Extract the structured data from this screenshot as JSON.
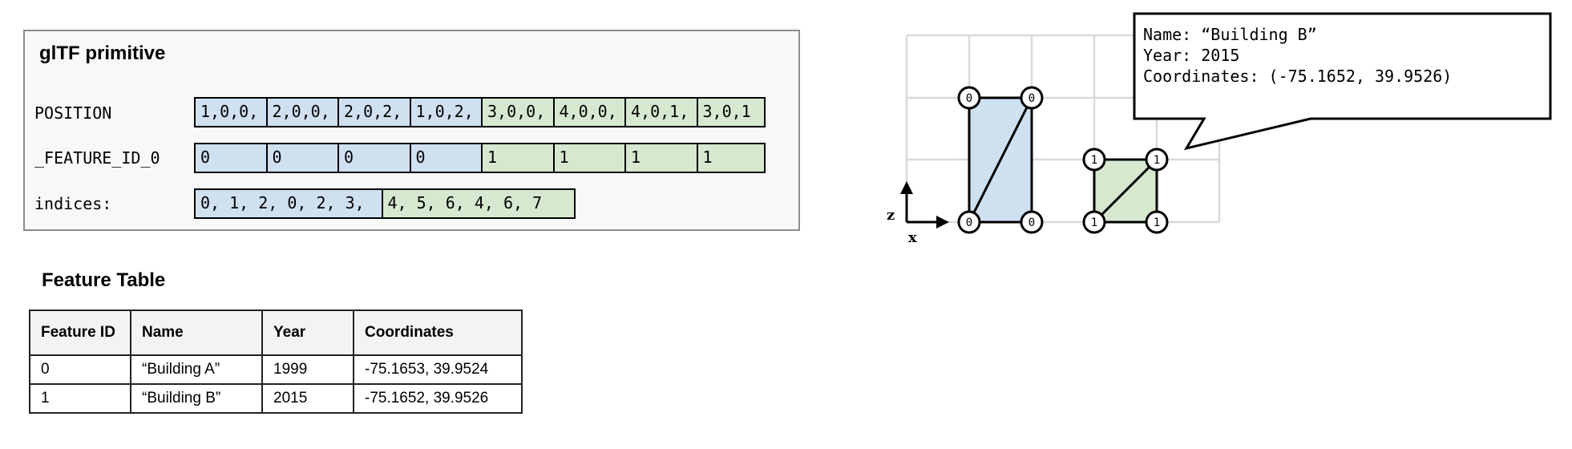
{
  "primitive": {
    "title": "glTF primitive",
    "rows": [
      {
        "label": "POSITION",
        "cells": [
          {
            "text": "1,0,0,",
            "color": "blue"
          },
          {
            "text": "2,0,0,",
            "color": "blue"
          },
          {
            "text": "2,0,2,",
            "color": "blue"
          },
          {
            "text": "1,0,2,",
            "color": "blue"
          },
          {
            "text": "3,0,0,",
            "color": "green"
          },
          {
            "text": "4,0,0,",
            "color": "green"
          },
          {
            "text": "4,0,1,",
            "color": "green"
          },
          {
            "text": "3,0,1",
            "color": "green"
          }
        ]
      },
      {
        "label": "_FEATURE_ID_0",
        "cells": [
          {
            "text": "0",
            "color": "blue"
          },
          {
            "text": "0",
            "color": "blue"
          },
          {
            "text": "0",
            "color": "blue"
          },
          {
            "text": "0",
            "color": "blue"
          },
          {
            "text": "1",
            "color": "green"
          },
          {
            "text": "1",
            "color": "green"
          },
          {
            "text": "1",
            "color": "green"
          },
          {
            "text": "1",
            "color": "green"
          }
        ]
      },
      {
        "label": "indices:",
        "cells": [
          {
            "text": "0, 1, 2, 0, 2, 3,",
            "color": "blue"
          },
          {
            "text": "4, 5, 6, 4, 6, 7",
            "color": "green"
          }
        ]
      }
    ]
  },
  "feature_table": {
    "title": "Feature Table",
    "headers": [
      "Feature ID",
      "Name",
      "Year",
      "Coordinates"
    ],
    "rows": [
      [
        "0",
        "“Building A”",
        "1999",
        "-75.1653, 39.9524"
      ],
      [
        "1",
        "“Building B”",
        "2015",
        "-75.1652, 39.9526"
      ]
    ]
  },
  "diagram": {
    "axis_z": "z",
    "axis_x": "x",
    "building_a_vertex_ids": [
      "0",
      "0",
      "0",
      "0"
    ],
    "building_b_vertex_ids": [
      "1",
      "1",
      "1",
      "1"
    ],
    "callout": {
      "name_line": "Name: “Building B”",
      "year_line": "Year: 2015",
      "coords_line": "Coordinates: (-75.1652, 39.9526)"
    }
  },
  "colors": {
    "blue": "#cfe0f1",
    "green": "#d6e9d0",
    "grid": "#d9d9d9"
  }
}
